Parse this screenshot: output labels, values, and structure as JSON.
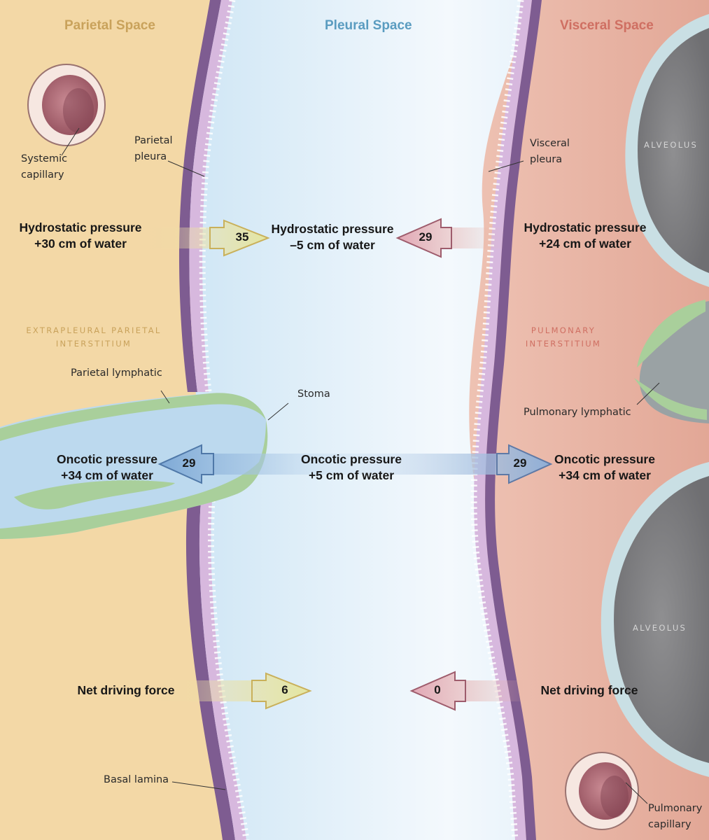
{
  "regions": {
    "parietal_space": "Parietal Space",
    "pleural_space": "Pleural Space",
    "visceral_space": "Visceral Space"
  },
  "interstitium": {
    "extrapleural": [
      "EXTRAPLEURAL PARIETAL",
      "INTERSTITIUM"
    ],
    "pulmonary": [
      "PULMONARY",
      "INTERSTITIUM"
    ]
  },
  "structure_labels": {
    "systemic_capillary": [
      "Systemic",
      "capillary"
    ],
    "parietal_pleura": [
      "Parietal",
      "pleura"
    ],
    "visceral_pleura": [
      "Visceral",
      "pleura"
    ],
    "parietal_lymphatic": "Parietal lymphatic",
    "stoma": "Stoma",
    "pulmonary_lymphatic": "Pulmonary lymphatic",
    "basal_lamina": "Basal lamina",
    "pulmonary_capillary": [
      "Pulmonary",
      "capillary"
    ],
    "alveolus_top": "ALVEOLUS",
    "alveolus_bottom": "ALVEOLUS"
  },
  "hydrostatic": {
    "parietal": [
      "Hydrostatic pressure",
      "+30 cm of water"
    ],
    "pleural": [
      "Hydrostatic pressure",
      "–5 cm of water"
    ],
    "visceral": [
      "Hydrostatic pressure",
      "+24 cm of water"
    ],
    "arrow_left_value": "35",
    "arrow_right_value": "29"
  },
  "oncotic": {
    "parietal": [
      "Oncotic pressure",
      "+34 cm of water"
    ],
    "pleural": [
      "Oncotic pressure",
      "+5 cm of water"
    ],
    "visceral": [
      "Oncotic pressure",
      "+34 cm of water"
    ],
    "arrow_left_value": "29",
    "arrow_right_value": "29"
  },
  "net": {
    "left_label": "Net driving force",
    "right_label": "Net driving force",
    "arrow_left_value": "6",
    "arrow_right_value": "0"
  },
  "colors": {
    "parietal_bg": "#f3d8a6",
    "pleural_bg": "#e4f1fa",
    "visceral_bg": "#e7b3a3",
    "pleura_membrane": "#c8a3d1",
    "parietal_title": "#c9a25b",
    "pleural_title": "#5a9cc0",
    "visceral_title": "#cf6f62"
  }
}
